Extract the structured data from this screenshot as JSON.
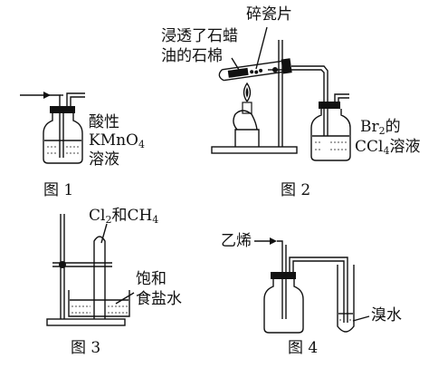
{
  "fig1": {
    "reagent_line1": "酸性",
    "reagent_line2_main": "KMnO",
    "reagent_line2_sub": "4",
    "reagent_line3": "溶液",
    "caption": "图 1"
  },
  "fig2": {
    "label_chips": "碎瓷片",
    "label_soaked_1": "浸透了石蜡",
    "label_soaked_2": "油的石棉",
    "reagent_br_main": "Br",
    "reagent_br_sub": "2",
    "reagent_br_tail": "的",
    "reagent_ccl_main": "CCl",
    "reagent_ccl_sub": "4",
    "reagent_ccl_tail": "溶液",
    "caption": "图 2"
  },
  "fig3": {
    "gas_cl": "Cl",
    "gas_cl_sub": "2",
    "gas_mid": "和CH",
    "gas_ch_sub": "4",
    "label_sat_1": "饱和",
    "label_sat_2": "食盐水",
    "caption": "图 3"
  },
  "fig4": {
    "gas_label": "乙烯",
    "reagent": "溴水",
    "caption": "图 4"
  }
}
